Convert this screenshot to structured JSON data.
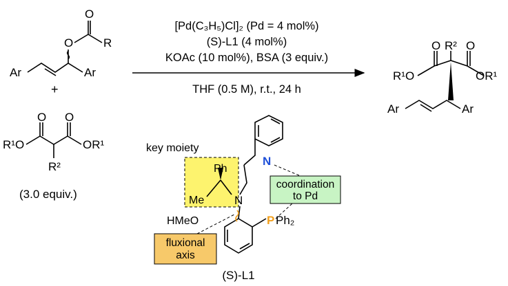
{
  "reagents": {
    "line1_catalyst": "[Pd(C₃H₅)Cl]₂ (Pd = 4 mol%)",
    "line2_ligand": "(S)-L1 (4 mol%)",
    "line3_additives": "KOAc (10 mol%), BSA (3 equiv.)",
    "line4_conditions": "THF (0.5 M), r.t., 24 h"
  },
  "substrate": {
    "ar_left": "Ar",
    "ar_right": "Ar",
    "carbonyl_o": "O",
    "ester_o": "O",
    "r_group": "R"
  },
  "plus_sign": "+",
  "malonate": {
    "left_o": "R¹O",
    "right_o": "OR¹",
    "r2": "R²",
    "o_left": "O",
    "o_right": "O",
    "equiv": "(3.0 equiv.)"
  },
  "product": {
    "left_o": "R¹O",
    "right_o": "OR¹",
    "r2": "R²",
    "o_left": "O",
    "o_right": "O",
    "ar_left": "Ar",
    "ar_right": "Ar"
  },
  "ligand": {
    "key_moiety_label": "key moiety",
    "ph": "Ph",
    "me": "Me",
    "n_amine": "N",
    "n_pyridine": "N",
    "hmeo": "HMeO",
    "p": "P",
    "ph2": "Ph₂",
    "coordination_line1": "coordination",
    "coordination_line2": "to Pd",
    "fluxional_line1": "fluxional",
    "fluxional_line2": "axis",
    "name": "(S)-L1"
  },
  "colors": {
    "key_moiety_fill": "#fdf36e",
    "coordination_fill": "#c8f4c4",
    "fluxional_fill": "#f7c96a",
    "nitrogen_blue": "#1e4fd8",
    "phosphorus_orange": "#f2a01e"
  }
}
